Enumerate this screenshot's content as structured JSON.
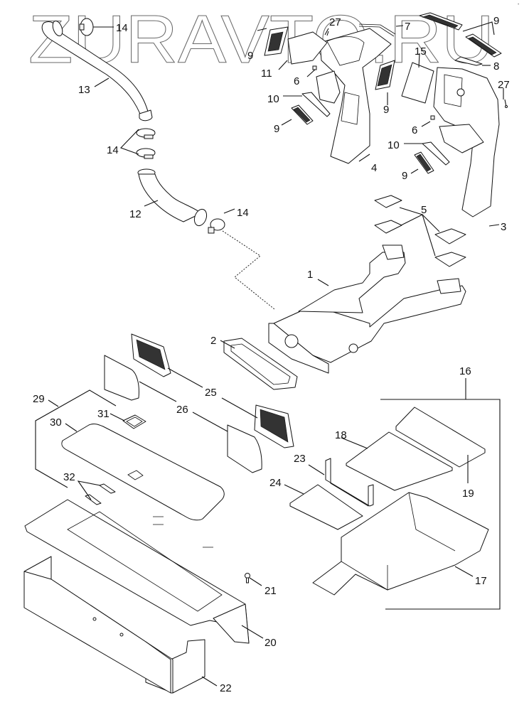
{
  "watermark": "ZURAVTO.RU",
  "corner_mark": "-",
  "parts": {
    "p1": "1",
    "p2": "2",
    "p3": "3",
    "p4": "4",
    "p5": "5",
    "p6a": "6",
    "p6b": "6",
    "p7": "7",
    "p8": "8",
    "p9a": "9",
    "p9b": "9",
    "p9c": "9",
    "p9d": "9",
    "p9e": "9",
    "p10a": "10",
    "p10b": "10",
    "p11": "11",
    "p12": "12",
    "p13": "13",
    "p14a": "14",
    "p14b": "14",
    "p14c": "14",
    "p15": "15",
    "p16": "16",
    "p17": "17",
    "p18": "18",
    "p19": "19",
    "p20": "20",
    "p21": "21",
    "p22": "22",
    "p23": "23",
    "p24": "24",
    "p25": "25",
    "p26": "26",
    "p27a": "27",
    "p27b": "27",
    "p29": "29",
    "p30": "30",
    "p31": "31",
    "p32": "32"
  }
}
